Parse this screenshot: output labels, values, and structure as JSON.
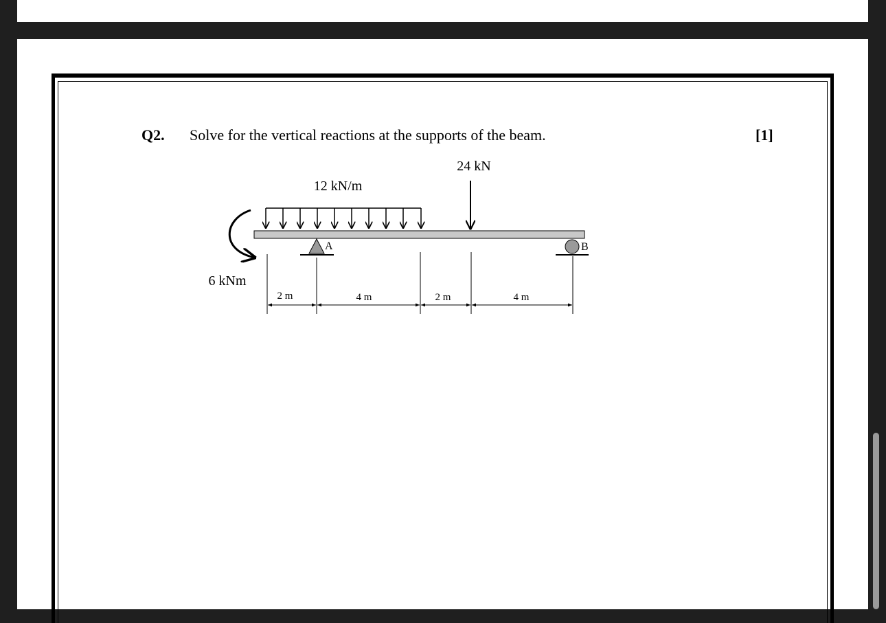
{
  "question": {
    "number": "Q2.",
    "text": "Solve for the vertical reactions at the supports of the beam.",
    "marks": "[1]"
  },
  "diagram": {
    "distributed_load_label": "12 kN/m",
    "point_load_label": "24 kN",
    "moment_label": "6 kNm",
    "support_a_label": "A",
    "support_b_label": "B",
    "dimensions": [
      "2 m",
      "4 m",
      "2 m",
      "4 m"
    ]
  },
  "colors": {
    "beam_fill": "#c8c8c8",
    "support_fill": "#9a9a9a",
    "frame": "#000000",
    "background": "#1f1f1f"
  }
}
